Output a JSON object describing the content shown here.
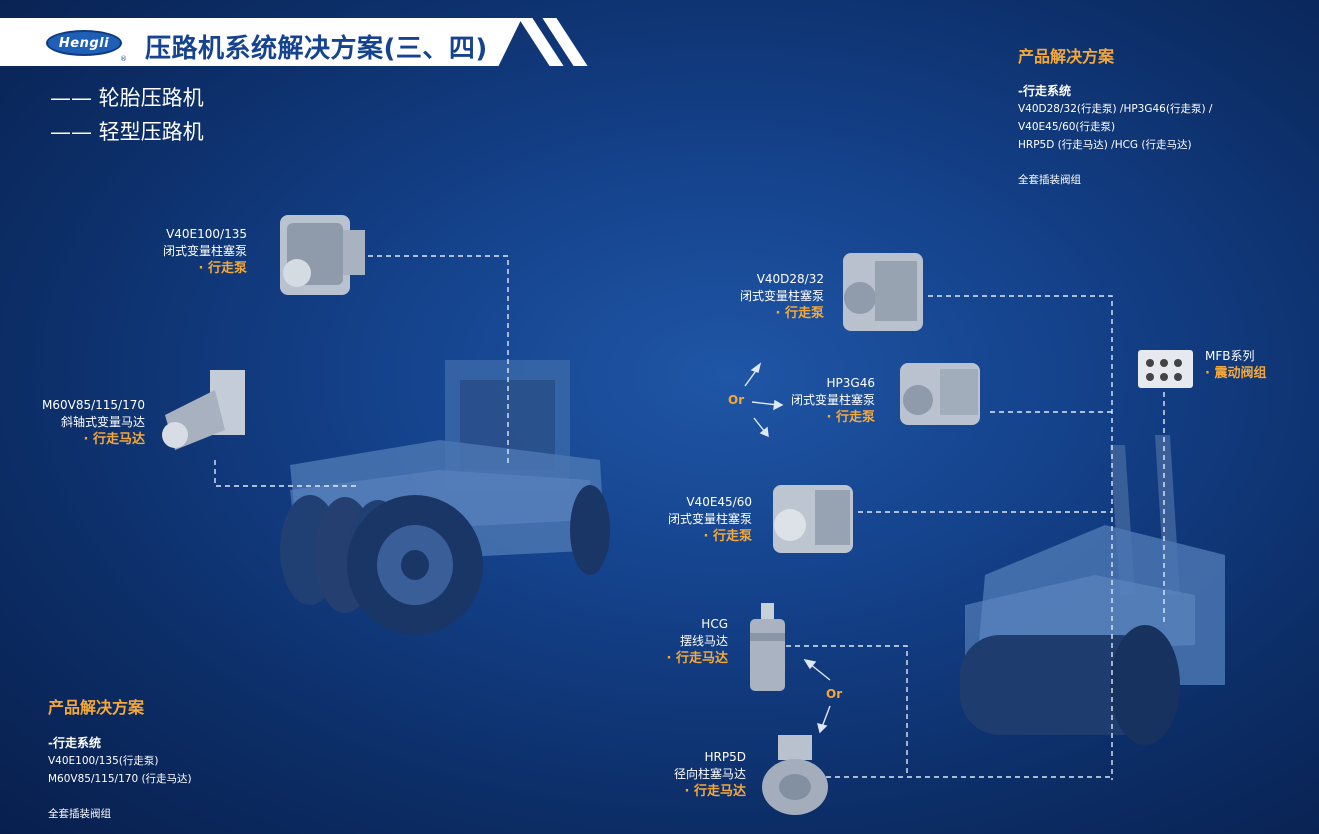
{
  "header": {
    "logo_text": "Hengli",
    "reg_mark": "®",
    "title": "压路机系统解决方案(三、四)"
  },
  "subtitles": [
    "—— 轮胎压路机",
    "—— 轻型压路机"
  ],
  "left_products": [
    {
      "model": "V40E100/135",
      "desc": "闭式变量柱塞泵",
      "role": "· 行走泵",
      "icon": "axial-piston-pump"
    },
    {
      "model": "M60V85/115/170",
      "desc": "斜轴式变量马达",
      "role": "· 行走马达",
      "icon": "bent-axis-motor"
    }
  ],
  "right_products": [
    {
      "model": "V40D28/32",
      "desc": "闭式变量柱塞泵",
      "role": "· 行走泵",
      "icon": "axial-piston-pump"
    },
    {
      "model": "HP3G46",
      "desc": "闭式变量柱塞泵",
      "role": "· 行走泵",
      "icon": "axial-piston-pump"
    },
    {
      "model": "V40E45/60",
      "desc": "闭式变量柱塞泵",
      "role": "· 行走泵",
      "icon": "axial-piston-pump"
    },
    {
      "model": "HCG",
      "desc": "摆线马达",
      "role": "· 行走马达",
      "icon": "orbital-motor"
    },
    {
      "model": "HRP5D",
      "desc": "径向柱塞马达",
      "role": "· 行走马达",
      "icon": "radial-piston-motor"
    }
  ],
  "valve": {
    "model": "MFB系列",
    "role": "· 震动阀组",
    "icon": "valve-block"
  },
  "or_label": "Or",
  "right_solution": {
    "heading": "产品解决方案",
    "sub": "-行走系统",
    "lines": [
      "V40D28/32(行走泵) /HP3G46(行走泵) /",
      "V40E45/60(行走泵)",
      "HRP5D (行走马达) /HCG (行走马达)"
    ],
    "extra": "全套插装阀组"
  },
  "left_solution": {
    "heading": "产品解决方案",
    "sub": "-行走系统",
    "lines": [
      "V40E100/135(行走泵)",
      "M60V85/115/170 (行走马达)"
    ],
    "extra": "全套插装阀组"
  },
  "colors": {
    "accent": "#f3a839",
    "title_blue": "#16438f",
    "bg_center": "#1f56a6",
    "bg_edge": "#081f4d",
    "dashed": "#dfe8f6"
  }
}
